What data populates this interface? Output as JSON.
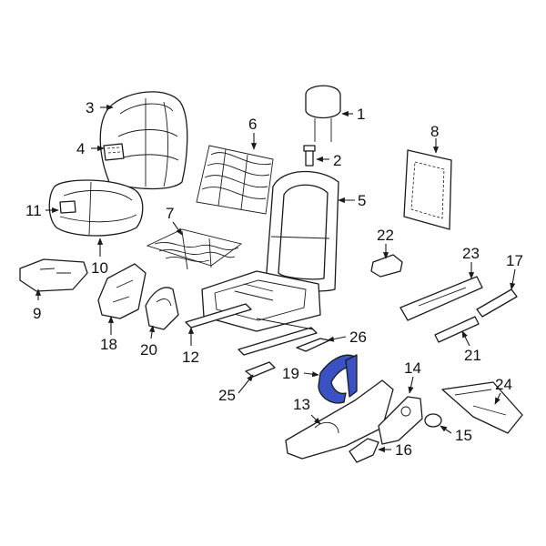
{
  "highlight_color": "#2f45a8",
  "highlight_fill": "#3a52c4",
  "highlighted_part": "19",
  "callouts": [
    {
      "id": "c1",
      "label": "1"
    },
    {
      "id": "c2",
      "label": "2"
    },
    {
      "id": "c3",
      "label": "3"
    },
    {
      "id": "c4",
      "label": "4"
    },
    {
      "id": "c5",
      "label": "5"
    },
    {
      "id": "c6",
      "label": "6"
    },
    {
      "id": "c7",
      "label": "7"
    },
    {
      "id": "c8",
      "label": "8"
    },
    {
      "id": "c9",
      "label": "9"
    },
    {
      "id": "c10",
      "label": "10"
    },
    {
      "id": "c11",
      "label": "11"
    },
    {
      "id": "c12",
      "label": "12"
    },
    {
      "id": "c13",
      "label": "13"
    },
    {
      "id": "c14",
      "label": "14"
    },
    {
      "id": "c15",
      "label": "15"
    },
    {
      "id": "c16",
      "label": "16"
    },
    {
      "id": "c17",
      "label": "17"
    },
    {
      "id": "c18",
      "label": "18"
    },
    {
      "id": "c19",
      "label": "19"
    },
    {
      "id": "c20",
      "label": "20"
    },
    {
      "id": "c21",
      "label": "21"
    },
    {
      "id": "c22",
      "label": "22"
    },
    {
      "id": "c23",
      "label": "23"
    },
    {
      "id": "c24",
      "label": "24"
    },
    {
      "id": "c25",
      "label": "25"
    },
    {
      "id": "c26",
      "label": "26"
    }
  ]
}
